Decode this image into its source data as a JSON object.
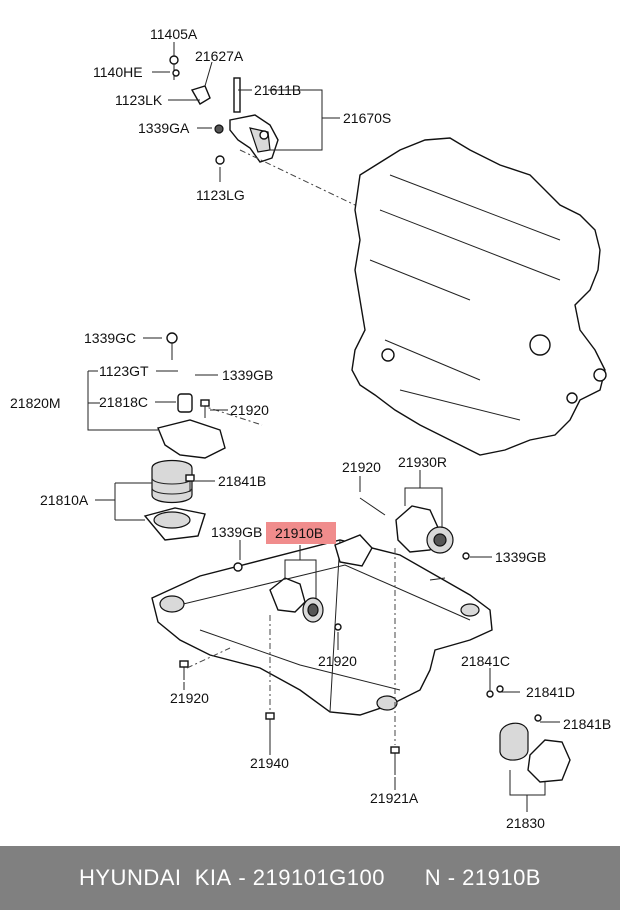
{
  "labels": {
    "l11405A": "11405A",
    "l1140HE": "1140HE",
    "l21627A": "21627A",
    "l1123LK": "1123LK",
    "l21611B": "21611B",
    "l1339GA": "1339GA",
    "l21670S": "21670S",
    "l1123LG": "1123LG",
    "l1339GC": "1339GC",
    "l1123GT": "1123GT",
    "l1339GB_a": "1339GB",
    "l21820M": "21820M",
    "l21818C": "21818C",
    "l21920_a": "21920",
    "l21810A": "21810A",
    "l21841B_a": "21841B",
    "l21920_b": "21920",
    "l21930R": "21930R",
    "l1339GB_b": "1339GB",
    "l21910B": "21910B",
    "l1339GB_c": "1339GB",
    "l21920_c": "21920",
    "l21920_d": "21920",
    "l21841C": "21841C",
    "l21841D": "21841D",
    "l21841B_b": "21841B",
    "l21940": "21940",
    "l21921A": "21921A",
    "l21830": "21830"
  },
  "highlight": {
    "color": "#f08c8c",
    "label": "21910B"
  },
  "footer": {
    "brand": "HYUNDAI  KIA",
    "part_number": "- 219101G100",
    "ref_number": "N - 21910B"
  }
}
